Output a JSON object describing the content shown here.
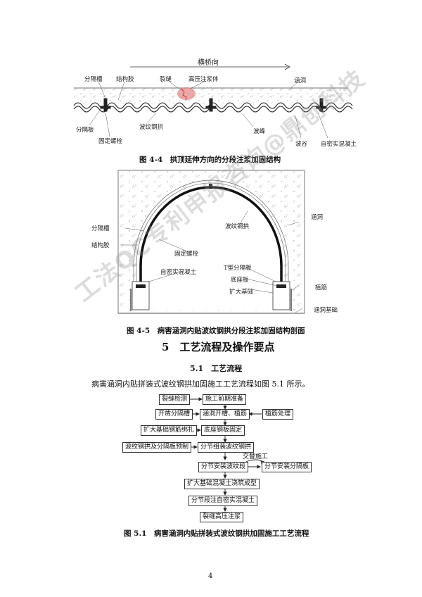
{
  "fig44": {
    "direction_label": "横桥向",
    "labels": {
      "divider_groove": "分隔槽",
      "structural_glue": "结构胶",
      "crack": "裂缝",
      "grout_body": "高压注浆体",
      "culvert": "涵洞",
      "divider_plate": "分隔板",
      "fixing_bolt": "固定螺栓",
      "corrugated_arch": "波纹钢拱",
      "crest": "波峰",
      "trough": "波谷",
      "self_compacting_concrete": "自密实混凝土"
    },
    "caption": "图 4-4　拱顶延伸方向的分段注浆加固结构"
  },
  "fig45": {
    "labels": {
      "culvert": "涵洞",
      "divider_groove": "分隔槽",
      "corrugated_arch": "波纹钢拱",
      "structural_glue": "结构胶",
      "fixing_bolt": "固定螺栓",
      "self_compacting_concrete": "自密实混凝土",
      "t_divider": "T型分隔板",
      "base_plate": "底座板",
      "rebar": "植筋",
      "expanded_foundation": "扩大基础",
      "culvert_foundation": "涵洞基础"
    },
    "caption": "图 4-5　病害涵洞内贴波纹钢拱分段注浆加固结构剖面"
  },
  "section5": {
    "heading": "5　工艺流程及操作要点",
    "sub_heading": "5.1　工艺流程",
    "paragraph": "病害涵洞内贴拼装式波纹钢拱加固施工工艺流程如图 5.1 所示。"
  },
  "flow": {
    "crack_detect": "裂缝检测",
    "prep": "施工前期准备",
    "groove": "开凿分隔槽",
    "open_rebar": "涵洞开槽、植筋",
    "rebar_treat": "植筋处理",
    "foundation_rebar": "扩大基础钢筋绑扎",
    "base_fix": "底座钢板固定",
    "prefab": "波纹钢拱及分隔板预制",
    "assemble": "分节组装波纹钢拱",
    "alternate": "交替施工",
    "install_seg": "分节安装波纹段",
    "install_div": "分节安装分隔板",
    "pour": "扩大基础混凝土浇筑成型",
    "inject": "分节段注自密实混凝土",
    "grout": "裂缝高压注浆"
  },
  "fig51_caption": "图 5.1　病害涵洞内贴拼装式波纹钢拱加固施工工艺流程",
  "watermark": "工法QC专利申报咨询@鼎创科技",
  "page_number": "4"
}
